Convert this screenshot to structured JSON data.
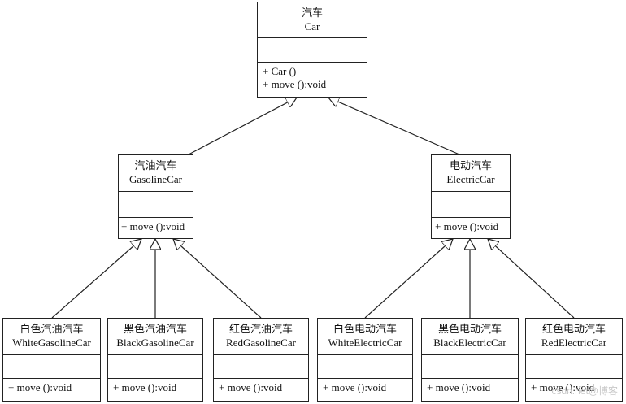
{
  "classes": {
    "car": {
      "cn": "汽车",
      "en": "Car",
      "ops": [
        "+ Car ()",
        "+ move ():void"
      ]
    },
    "gasoline": {
      "cn": "汽油汽车",
      "en": "GasolineCar",
      "ops": [
        "+ move ():void"
      ]
    },
    "electric": {
      "cn": "电动汽车",
      "en": "ElectricCar",
      "ops": [
        "+ move ():void"
      ]
    },
    "white_gasoline": {
      "cn": "白色汽油汽车",
      "en": "WhiteGasolineCar",
      "ops": [
        "+ move ():void"
      ]
    },
    "black_gasoline": {
      "cn": "黑色汽油汽车",
      "en": "BlackGasolineCar",
      "ops": [
        "+ move ():void"
      ]
    },
    "red_gasoline": {
      "cn": "红色汽油汽车",
      "en": "RedGasolineCar",
      "ops": [
        "+ move ():void"
      ]
    },
    "white_electric": {
      "cn": "白色电动汽车",
      "en": "WhiteElectricCar",
      "ops": [
        "+ move ():void"
      ]
    },
    "black_electric": {
      "cn": "黑色电动汽车",
      "en": "BlackElectricCar",
      "ops": [
        "+ move ():void"
      ]
    },
    "red_electric": {
      "cn": "红色电动汽车",
      "en": "RedElectricCar",
      "ops": [
        "+ move ():void"
      ]
    }
  },
  "watermark": "csdn.net@博客"
}
